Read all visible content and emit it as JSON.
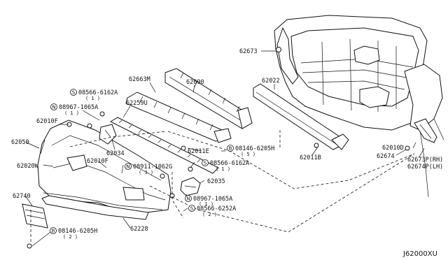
{
  "diagram_code": "J62000XU",
  "symbol_letters": {
    "s": "S",
    "n": "N",
    "b": "B"
  },
  "labels": {
    "p62673": "62673",
    "p62663m": "62663M",
    "p62090": "62090",
    "p62022": "62022",
    "p08566_6162a_top": "08566-6162A",
    "p08566_6162a_top_qty": "( 1 )",
    "p08967_1065a_top": "08967-1065A",
    "p08967_1065a_top_qty": "( 1 )",
    "p62259u": "62259U",
    "p62010f_top": "62010F",
    "p62050": "62050",
    "p62034": "62034",
    "p62010f_mid": "62010F",
    "p62020w": "62020W",
    "p08911_1062g": "08911-1062G",
    "p08911_1062g_qty": "( 3 )",
    "p62011e": "62011E",
    "p08146_6205h_mid": "08146-6205H",
    "p08146_6205h_mid_qty": "( 5 )",
    "p08566_6162a_mid": "08566-6162A",
    "p08566_6162a_mid_qty": "( 1 )",
    "p62011b": "62011B",
    "p62010d": "62010D",
    "p62674": "62674",
    "p62673p": "62673P(RH)",
    "p62674p": "62674P(LH)",
    "p62035": "62035",
    "p08967_1065a_bot": "08967-1065A",
    "p08967_1065a_bot_qty": "( 1 )",
    "p08566_6252a": "08566-6252A",
    "p08566_6252a_qty": "( 2 )",
    "p62740": "62740",
    "p08146_6205h_bot": "08146-6205H",
    "p08146_6205h_bot_qty": "( 2 )",
    "p62228": "62228"
  }
}
